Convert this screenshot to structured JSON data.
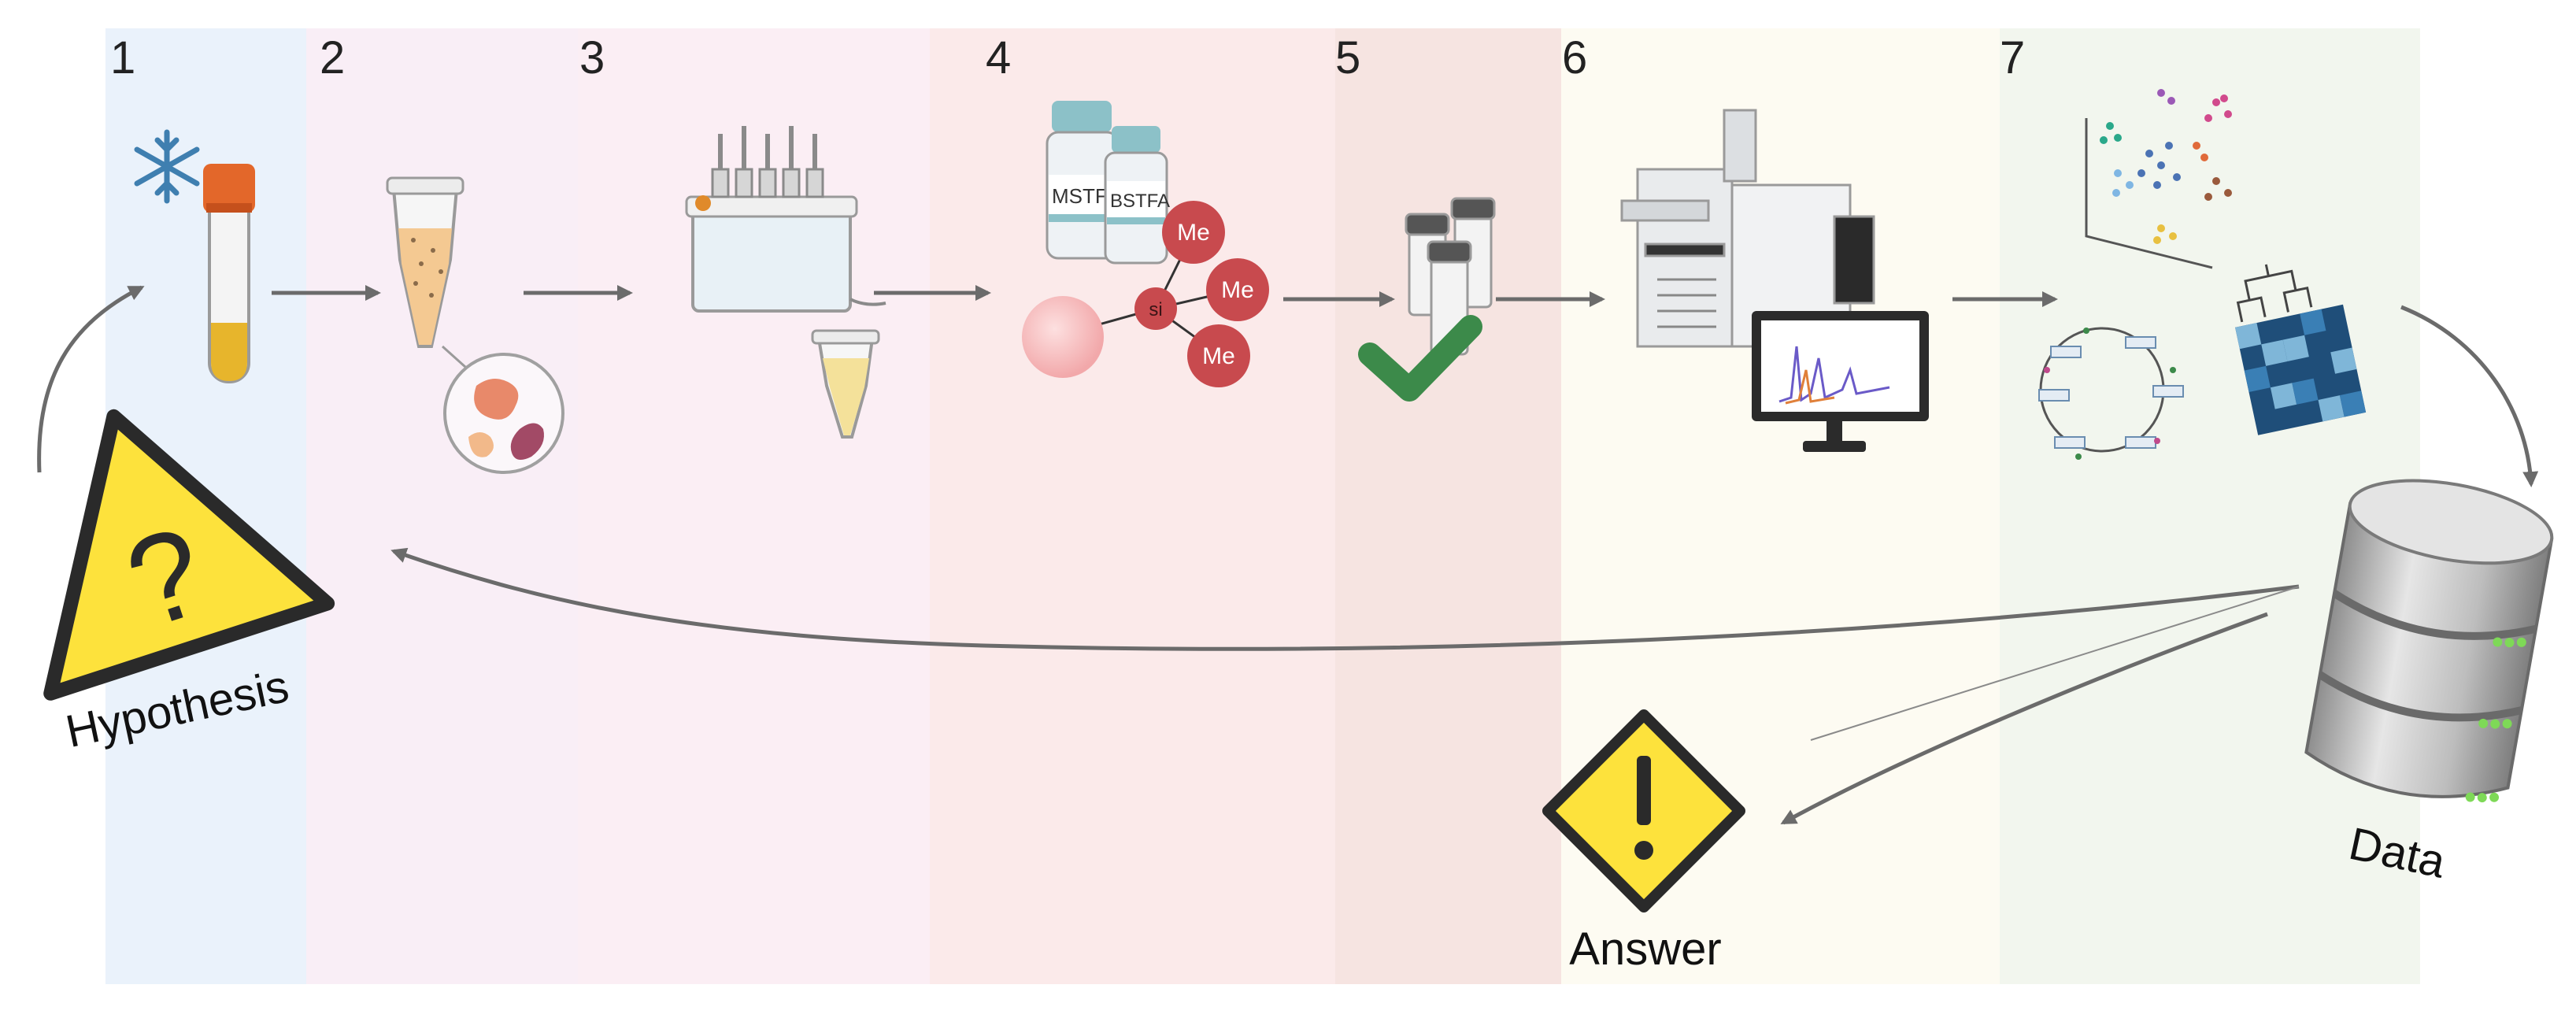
{
  "steps": [
    {
      "number": "1"
    },
    {
      "number": "2"
    },
    {
      "number": "3"
    },
    {
      "number": "4"
    },
    {
      "number": "5"
    },
    {
      "number": "6"
    },
    {
      "number": "7"
    }
  ],
  "derivatization": {
    "reagent_1": "MSTFA",
    "reagent_2": "BSTFA",
    "silicon": "si",
    "methyl": "Me"
  },
  "labels": {
    "hypothesis": "Hypothesis",
    "answer": "Answer",
    "data": "Data"
  },
  "colors": {
    "band_1": "#eaf2fb",
    "band_2": "#f9eef6",
    "band_3": "#fbeef4",
    "band_4": "#fbeaea",
    "band_5": "#f6e4e1",
    "band_6": "#fdfbf2",
    "band_7": "#f2f6ee",
    "warning_yellow": "#fde23c",
    "molecule_red": "#c84a4e",
    "check_green": "#3c8a4a",
    "arrow_gray": "#6b6b6b"
  }
}
